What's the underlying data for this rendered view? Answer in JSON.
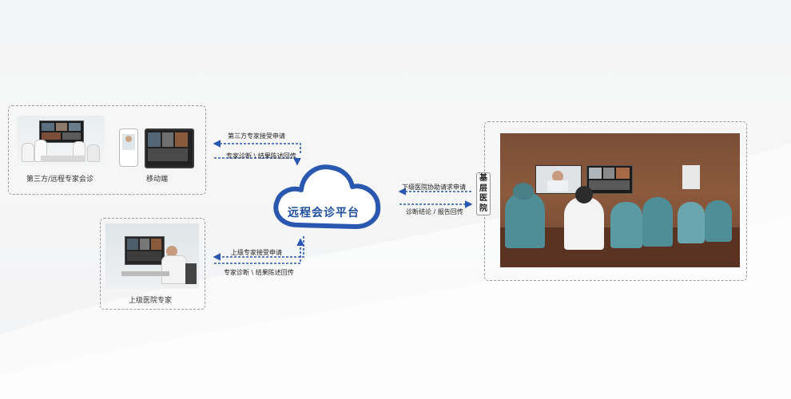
{
  "center": {
    "title": "远程会诊平台"
  },
  "third_party": {
    "left_caption": "第三方/远程专家会诊",
    "right_caption": "移动端"
  },
  "upper_hospital": {
    "caption": "上级医院专家"
  },
  "local_hospital": {
    "tag_chars": [
      "基",
      "层",
      "医",
      "院"
    ]
  },
  "flows": {
    "top_request": "第三方专家接受申请",
    "top_return": "专家诊断 \\ 结果陈述回传",
    "mid_request": "上级专家接受申请",
    "mid_return": "专家诊断 \\ 结果陈述回传",
    "right_request": "下级医院协助请求申请",
    "right_return": "诊断结论 / 报告回传"
  },
  "colors": {
    "accent": "#1e4e9c",
    "arrow": "#2a58b0",
    "dash": "#9a9a9a"
  }
}
